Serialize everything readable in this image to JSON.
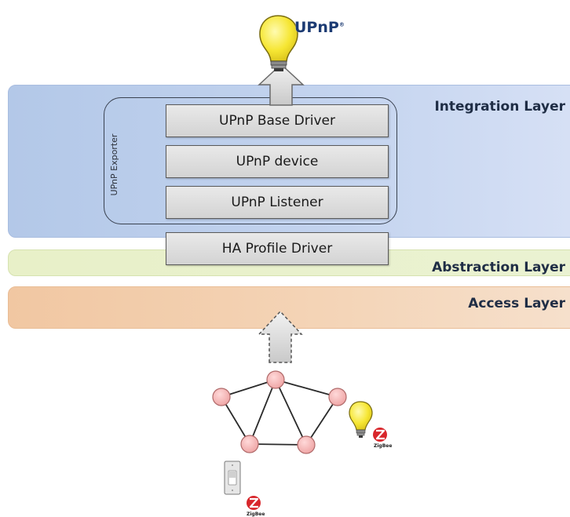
{
  "brand": {
    "upnp_logo": "UPnP"
  },
  "layers": {
    "integration": "Integration Layer",
    "abstraction": "Abstraction Layer",
    "access": "Access Layer"
  },
  "exporter": {
    "label": "UPnP Exporter"
  },
  "drivers": {
    "base_driver": "UPnP Base Driver",
    "device": "UPnP device",
    "listener": "UPnP Listener",
    "ha_profile": "HA Profile Driver"
  },
  "icons": {
    "top_bulb": "lightbulb-icon",
    "network": "mesh-network-icon",
    "bottom_bulb": "lightbulb-icon",
    "switch": "wall-switch-icon",
    "zigbee": "zigbee-logo-icon"
  },
  "zigbee_logos": {
    "bulb": "ZigBee",
    "switch": "ZigBee"
  },
  "colors": {
    "integration_band": "#c4d4ef",
    "abstraction_band": "#eaf2d2",
    "access_band": "#f4d5b8",
    "node_fill": "#f3b9b9",
    "bulb_fill": "#f4e432",
    "zigbee_red": "#d8262b"
  }
}
